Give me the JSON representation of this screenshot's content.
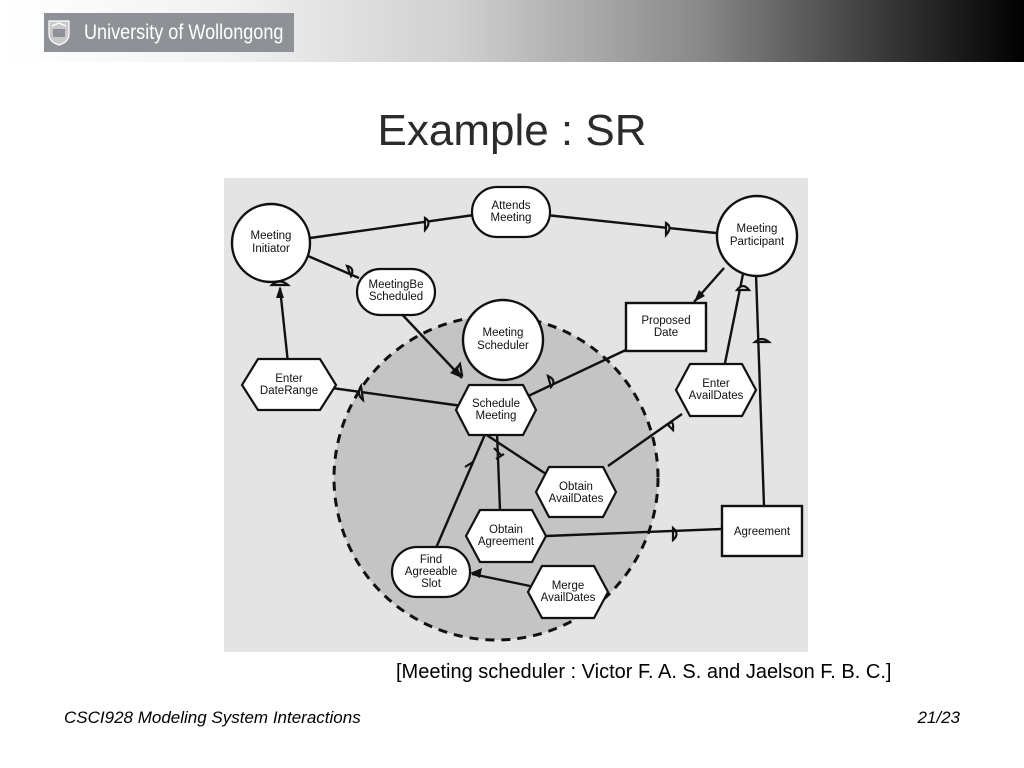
{
  "header": {
    "logo_text": "University of Wollongong"
  },
  "slide": {
    "title": "Example : SR"
  },
  "diagram": {
    "actors": [
      {
        "id": "meeting-initiator",
        "lines": [
          "Meeting",
          "Initiator"
        ]
      },
      {
        "id": "meeting-participant",
        "lines": [
          "Meeting",
          "Participant"
        ]
      },
      {
        "id": "meeting-scheduler",
        "lines": [
          "Meeting",
          "Scheduler"
        ]
      }
    ],
    "goals": [
      {
        "id": "attends-meeting",
        "lines": [
          "Attends",
          "Meeting"
        ]
      },
      {
        "id": "meeting-be-scheduled",
        "lines": [
          "MeetingBe",
          "Scheduled"
        ]
      },
      {
        "id": "find-agreeable-slot",
        "lines": [
          "Find",
          "Agreeable",
          "Slot"
        ]
      }
    ],
    "resources": [
      {
        "id": "proposed-date",
        "lines": [
          "Proposed",
          "Date"
        ]
      },
      {
        "id": "agreement",
        "lines": [
          "Agreement"
        ]
      }
    ],
    "tasks": [
      {
        "id": "enter-daterange",
        "lines": [
          "Enter",
          "DateRange"
        ]
      },
      {
        "id": "schedule-meeting",
        "lines": [
          "Schedule",
          "Meeting"
        ]
      },
      {
        "id": "enter-availdates",
        "lines": [
          "Enter",
          "AvailDates"
        ]
      },
      {
        "id": "obtain-availdates",
        "lines": [
          "Obtain",
          "AvailDates"
        ]
      },
      {
        "id": "obtain-agreement",
        "lines": [
          "Obtain",
          "Agreement"
        ]
      },
      {
        "id": "merge-availdates",
        "lines": [
          "Merge",
          "AvailDates"
        ]
      }
    ]
  },
  "caption": "[Meeting scheduler : Victor F. A. S. and Jaelson F. B. C.]",
  "footer": {
    "course": "CSCI928 Modeling System Interactions",
    "page": "21/23"
  }
}
